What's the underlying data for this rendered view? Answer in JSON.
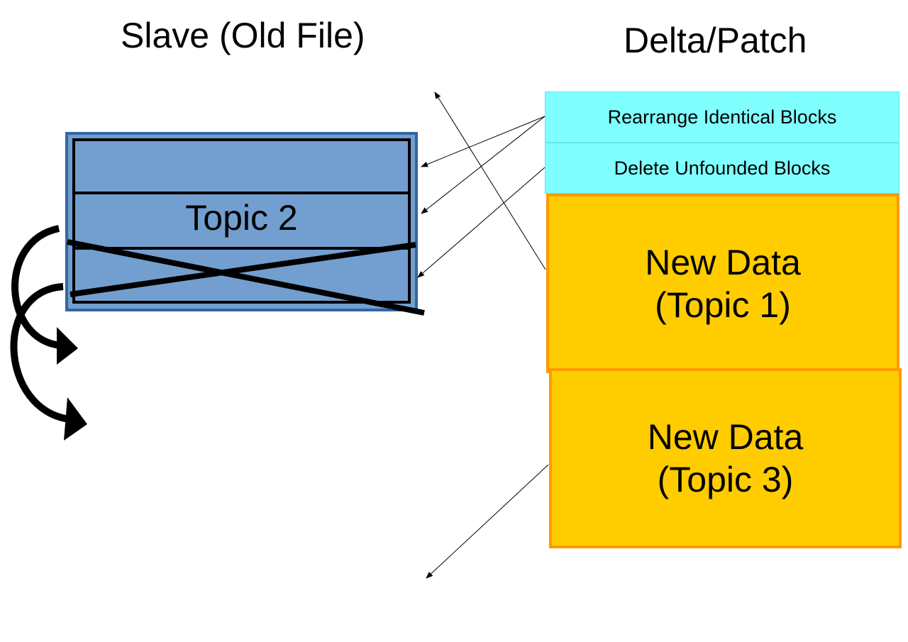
{
  "headings": {
    "left": "Slave (Old File)",
    "right": "Delta/Patch"
  },
  "old_file": {
    "blocks": [
      "",
      "Topic 2",
      ""
    ],
    "deleted_block_marker": "cross-out"
  },
  "delta_operations": [
    {
      "label": "Rearrange Identical Blocks"
    },
    {
      "label": "Delete Unfounded Blocks"
    }
  ],
  "new_data": [
    {
      "line1": "New Data",
      "line2": "(Topic 1)"
    },
    {
      "line1": "New Data",
      "line2": "(Topic 3)"
    }
  ],
  "colors": {
    "old_file_fill": "#729fcf",
    "old_file_border": "#3465a4",
    "operation_fill": "#80ffff",
    "new_data_fill": "#ffcc00",
    "new_data_border": "#ff9900",
    "lines": "#000000"
  }
}
